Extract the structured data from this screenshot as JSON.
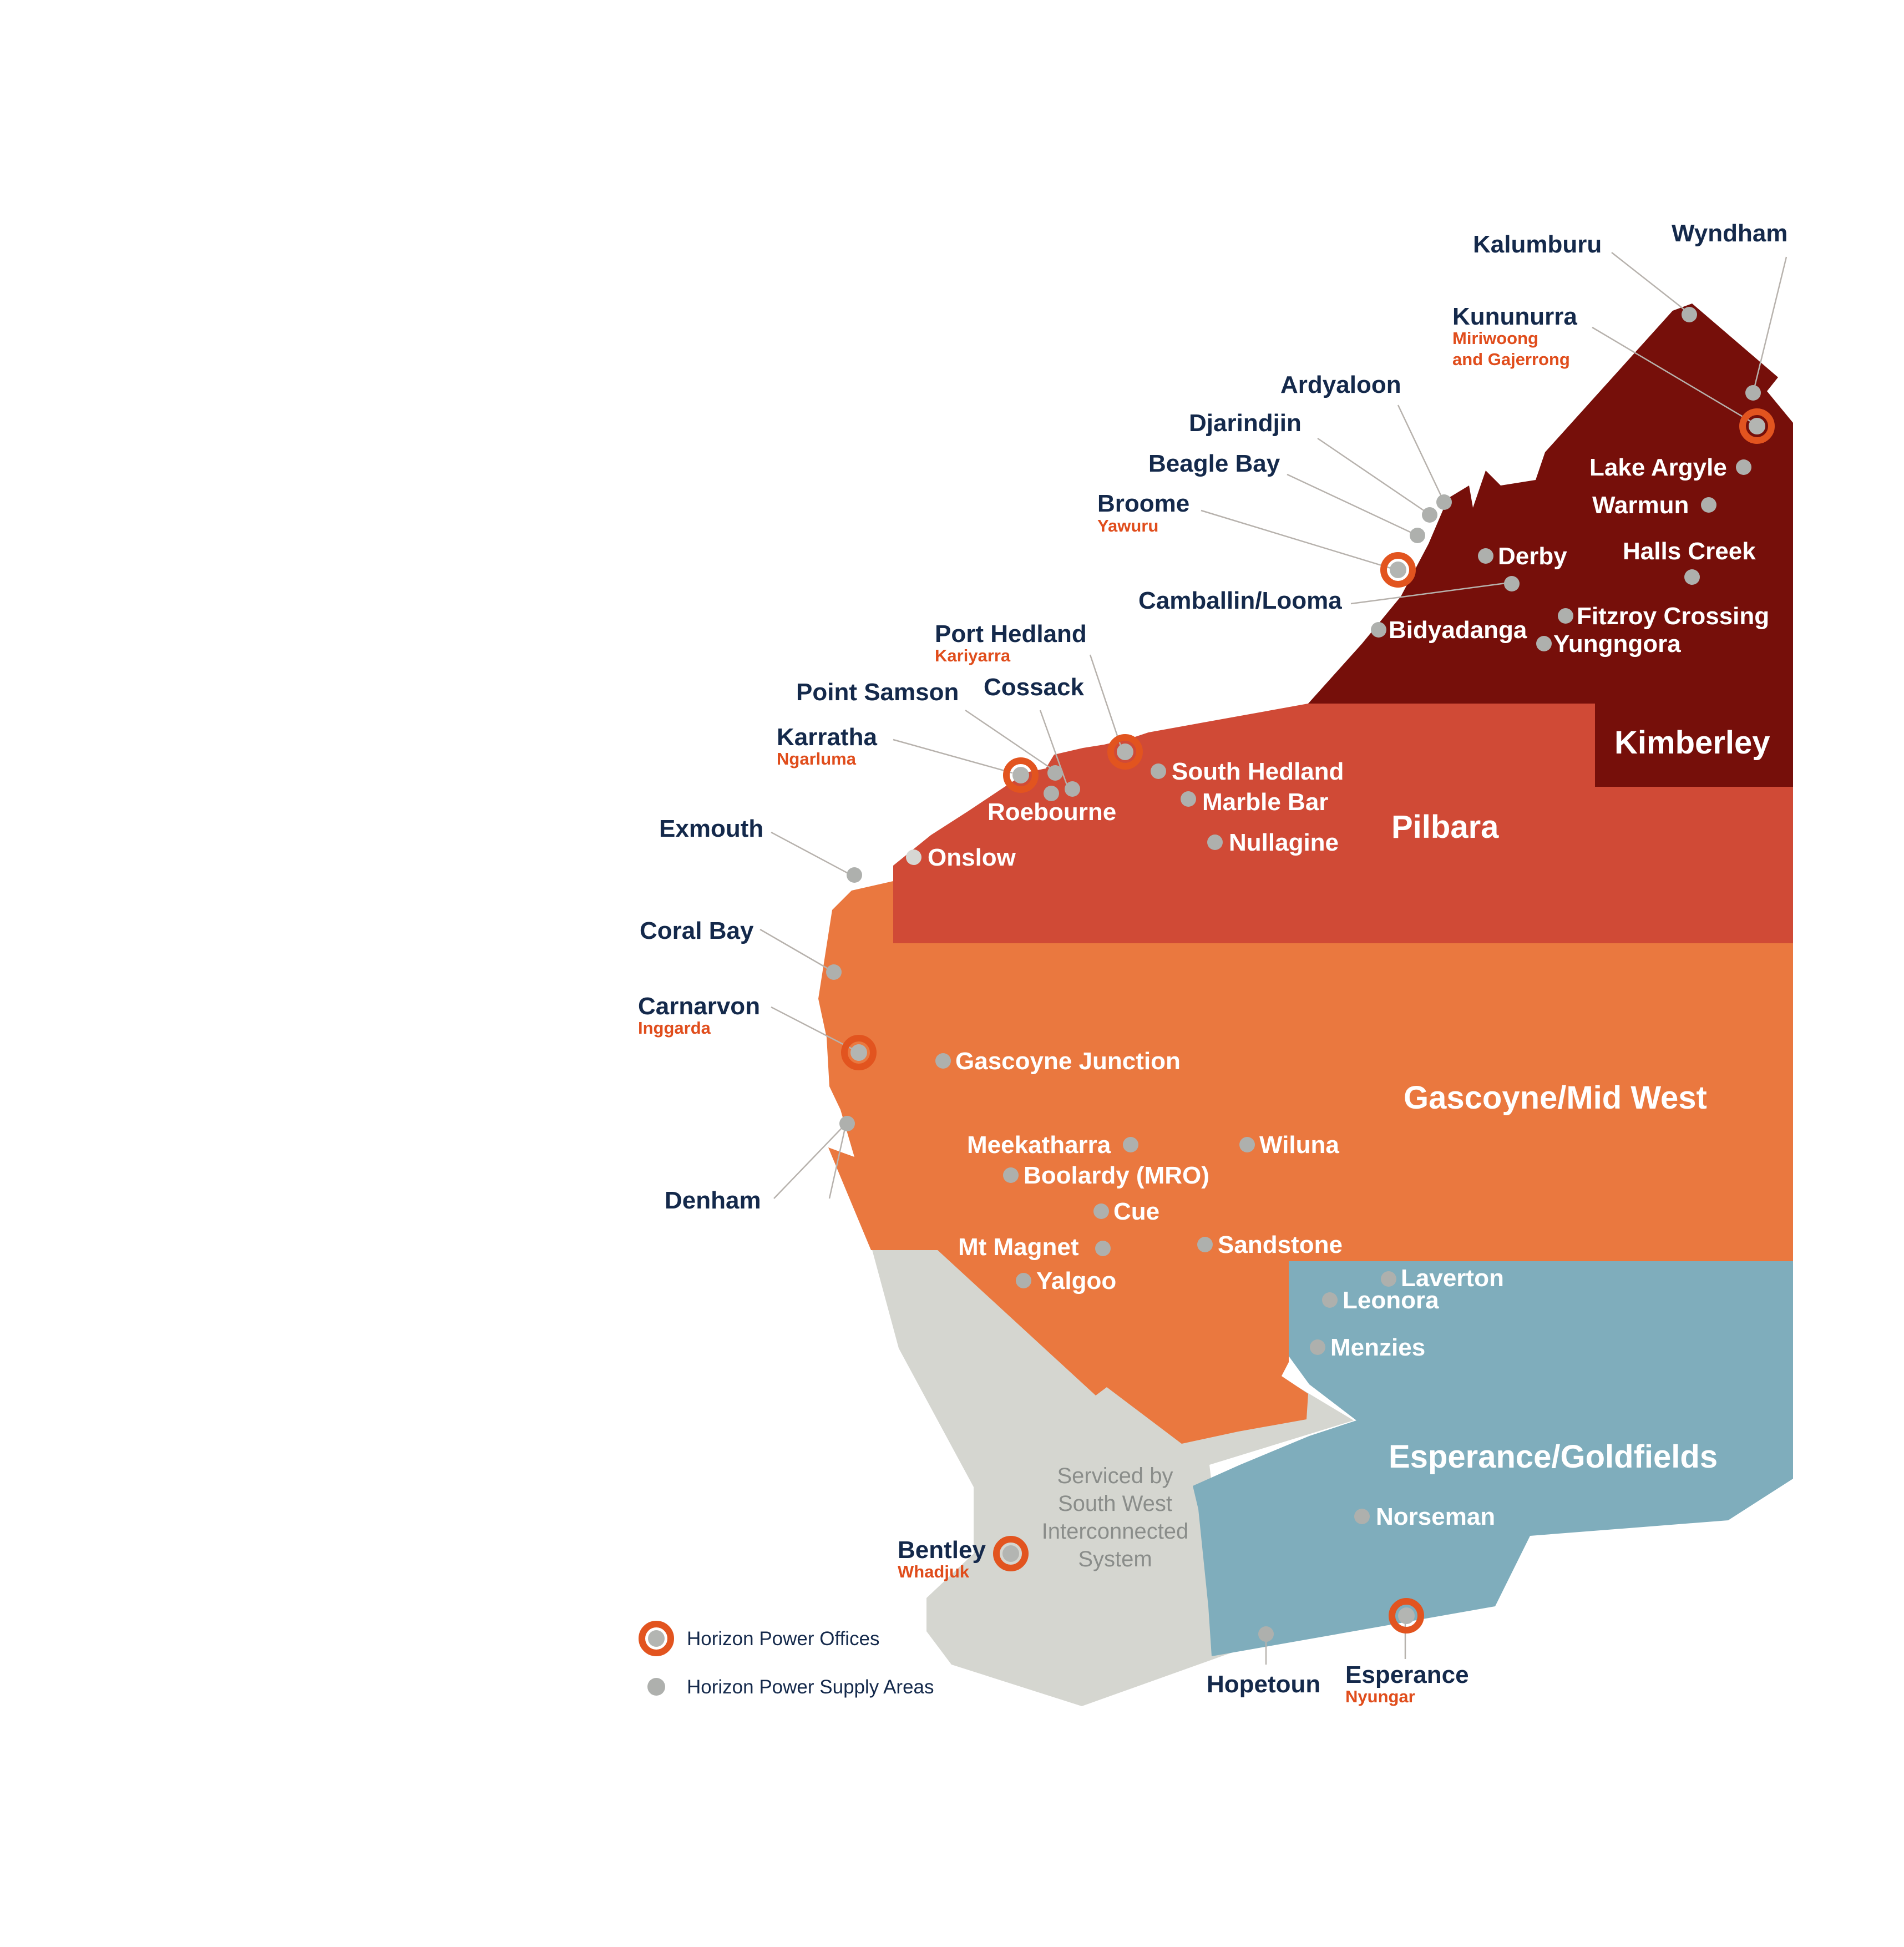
{
  "colors": {
    "kimberley": "#760f0a",
    "pilbara": "#d04a36",
    "gascoyne_midwest": "#ea783f",
    "esperance_goldfields": "#7fadbc",
    "south_west": "#d5d6d0",
    "navy_text": "#14294b",
    "aboriginal_name": "#e04d1c",
    "office_ring": "#e2541f",
    "supply_dot": "#aeb0ad"
  },
  "regions": {
    "kimberley": "Kimberley",
    "pilbara": "Pilbara",
    "gascoyne": "Gascoyne/Mid West",
    "esperance": "Esperance/Goldfields"
  },
  "south_west_note": [
    "Serviced by",
    "South West",
    "Interconnected",
    "System"
  ],
  "offices": {
    "kununurra": {
      "name": "Kununurra",
      "sub1": "Miriwoong",
      "sub2": "and Gajerrong"
    },
    "broome": {
      "name": "Broome",
      "sub": "Yawuru"
    },
    "port_hedland": {
      "name": "Port Hedland",
      "sub": "Kariyarra"
    },
    "karratha": {
      "name": "Karratha",
      "sub": "Ngarluma"
    },
    "carnarvon": {
      "name": "Carnarvon",
      "sub": "Inggarda"
    },
    "bentley": {
      "name": "Bentley",
      "sub": "Whadjuk"
    },
    "esperance": {
      "name": "Esperance",
      "sub": "Nyungar"
    }
  },
  "places": {
    "kalumburu": "Kalumburu",
    "wyndham": "Wyndham",
    "ardyaloon": "Ardyaloon",
    "djarindjin": "Djarindjin",
    "beagle_bay": "Beagle Bay",
    "camballin": "Camballin/Looma",
    "lake_argyle": "Lake Argyle",
    "warmun": "Warmun",
    "halls_creek": "Halls Creek",
    "derby": "Derby",
    "fitzroy": "Fitzroy Crossing",
    "yungngora": "Yungngora",
    "bidyadanga": "Bidyadanga",
    "point_samson": "Point Samson",
    "cossack": "Cossack",
    "south_hedland": "South Hedland",
    "marble_bar": "Marble Bar",
    "nullagine": "Nullagine",
    "roebourne": "Roebourne",
    "onslow": "Onslow",
    "exmouth": "Exmouth",
    "coral_bay": "Coral Bay",
    "gascoyne_junction": "Gascoyne Junction",
    "denham": "Denham",
    "meekatharra": "Meekatharra",
    "wiluna": "Wiluna",
    "boolardy": "Boolardy (MRO)",
    "cue": "Cue",
    "mt_magnet": "Mt Magnet",
    "sandstone": "Sandstone",
    "yalgoo": "Yalgoo",
    "laverton": "Laverton",
    "leonora": "Leonora",
    "menzies": "Menzies",
    "norseman": "Norseman",
    "hopetoun": "Hopetoun"
  },
  "legend": {
    "offices": "Horizon Power Offices",
    "supply": "Horizon Power Supply Areas"
  }
}
